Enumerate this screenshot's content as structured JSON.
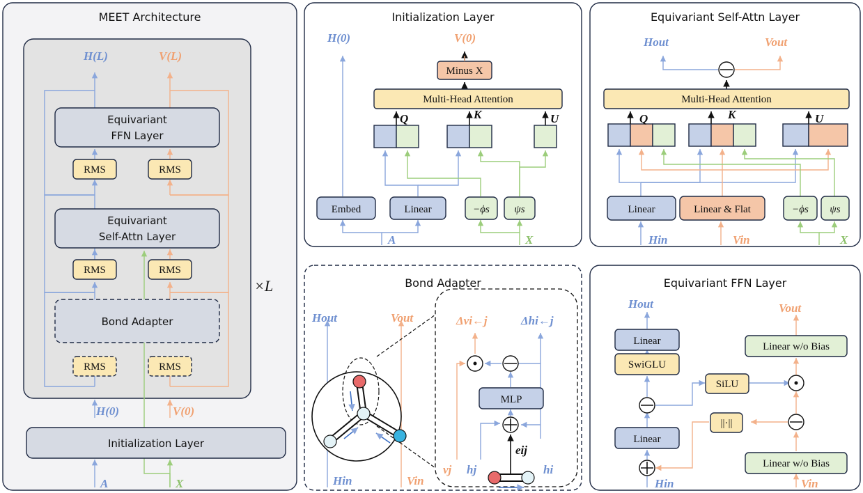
{
  "colors": {
    "blue_box": "#c5d1e8",
    "gray_box": "#d6dae3",
    "yellow_box": "#fbe8b4",
    "green_box": "#e2f0d6",
    "orange_box": "#f5c6a8",
    "blue_var": "#6e8fd0",
    "orange_var": "#f0a070",
    "green_var": "#8cc06a"
  },
  "meet": {
    "title": "MEET Architecture",
    "ffn_line1": "Equivariant",
    "ffn_line2": "FFN Layer",
    "attn_line1": "Equivariant",
    "attn_line2": "Self-Attn Layer",
    "bond": "Bond Adapter",
    "init": "Initialization Layer",
    "rms": "RMS",
    "h_out": "H(L)",
    "v_out": "V(L)",
    "h0": "H(0)",
    "v0": "V(0)",
    "a": "A",
    "x": "X",
    "repeat": "×L"
  },
  "init_panel": {
    "title": "Initialization Layer",
    "minus_x": "Minus X",
    "mha": "Multi-Head Attention",
    "embed": "Embed",
    "linear": "Linear",
    "phi": "−ϕs",
    "psi": "ψs",
    "q": "Q",
    "k": "K",
    "u": "U",
    "h0": "H(0)",
    "v0": "V(0)",
    "a": "A",
    "x": "X"
  },
  "attn_panel": {
    "title": "Equivariant Self-Attn Layer",
    "mha": "Multi-Head Attention",
    "linear": "Linear",
    "linear_flat": "Linear & Flat",
    "phi": "−ϕs",
    "psi": "ψs",
    "q": "Q",
    "k": "K",
    "u": "U",
    "h_out": "Hout",
    "v_out": "Vout",
    "h_in": "Hin",
    "v_in": "Vin",
    "x": "X"
  },
  "bond_panel": {
    "title": "Bond Adapter",
    "h_out": "Hout",
    "v_out": "Vout",
    "h_in": "Hin",
    "v_in": "Vin",
    "dv": "Δvi←j",
    "dh": "Δhi←j",
    "mlp": "MLP",
    "eij": "eij",
    "vj": "vj",
    "hj": "hj",
    "hi": "hi"
  },
  "ffn_panel": {
    "title": "Equivariant FFN Layer",
    "linear_top": "Linear",
    "swiglu": "SwiGLU",
    "linear_bottom": "Linear",
    "silu": "SiLU",
    "norm": "||·||",
    "lin_wo_top": "Linear w/o Bias",
    "lin_wo_bottom": "Linear w/o Bias",
    "h_out": "Hout",
    "v_out": "Vout",
    "h_in": "Hin",
    "v_in": "Vin"
  }
}
